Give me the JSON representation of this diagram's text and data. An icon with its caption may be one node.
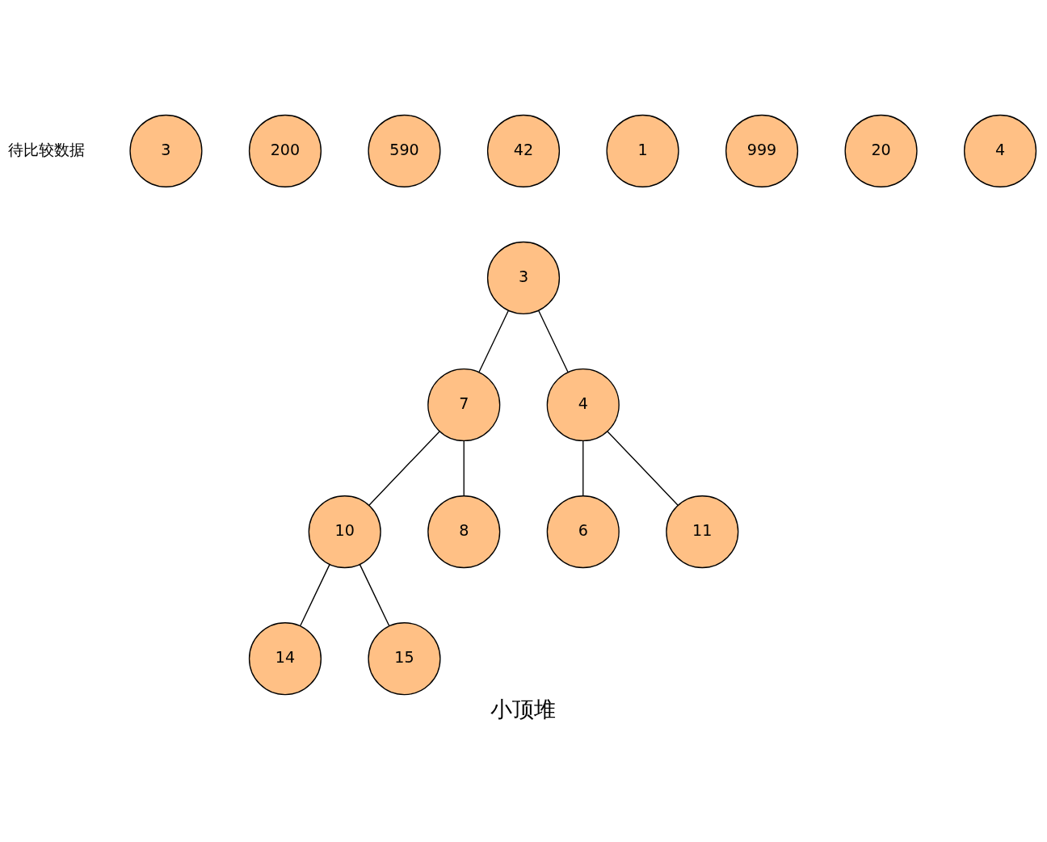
{
  "diagram": {
    "caption": "小顶堆",
    "nodes": [
      {
        "text": [
          "3"
        ]
      },
      {
        "text": [
          "200"
        ]
      },
      {
        "text": [
          "590"
        ]
      },
      {
        "text": [
          "42"
        ]
      },
      {
        "text": [
          "1"
        ]
      },
      {
        "text": [
          "999"
        ]
      },
      {
        "text": [
          "20"
        ]
      },
      {
        "text": [
          "4"
        ]
      },
      {
        "text": [
          "3"
        ]
      },
      {
        "text": [
          "7"
        ]
      },
      {
        "text": [
          "4"
        ]
      },
      {
        "text": [
          "10"
        ]
      },
      {
        "text": [
          "8"
        ]
      },
      {
        "text": [
          "6"
        ]
      },
      {
        "text": [
          "11"
        ]
      },
      {
        "text": [
          "14"
        ]
      },
      {
        "text": [
          "15"
        ]
      }
    ],
    "edges": [
      {
        "from": 8,
        "to": 9,
        "arrow": "none"
      },
      {
        "from": 8,
        "to": 10,
        "arrow": "none"
      },
      {
        "from": 9,
        "to": 11,
        "arrow": "none"
      },
      {
        "from": 9,
        "to": 12,
        "arrow": "none"
      },
      {
        "from": 10,
        "to": 13,
        "arrow": "none"
      },
      {
        "from": 10,
        "to": 14,
        "arrow": "none"
      },
      {
        "from": 11,
        "to": 15,
        "arrow": "none"
      },
      {
        "from": 11,
        "to": 16,
        "arrow": "none"
      }
    ],
    "labels": [
      "待比较数据"
    ]
  }
}
